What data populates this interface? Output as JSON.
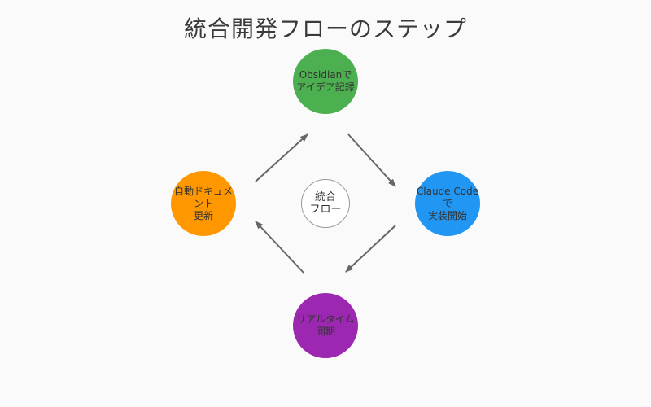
{
  "title": "統合開発フローのステップ",
  "center": {
    "label": "統合\nフロー",
    "color": "#ffffff",
    "border": "#999999"
  },
  "nodes": {
    "top": {
      "label": "Obsidianで\nアイデア記録",
      "color": "#4caf50"
    },
    "right": {
      "label": "Claude Codeで\n実装開始",
      "color": "#2196f3"
    },
    "bottom": {
      "label": "リアルタイム\n同期",
      "color": "#9c27b0"
    },
    "left": {
      "label": "自動ドキュメント\n更新",
      "color": "#ff9800"
    }
  },
  "arrow_color": "#666666"
}
